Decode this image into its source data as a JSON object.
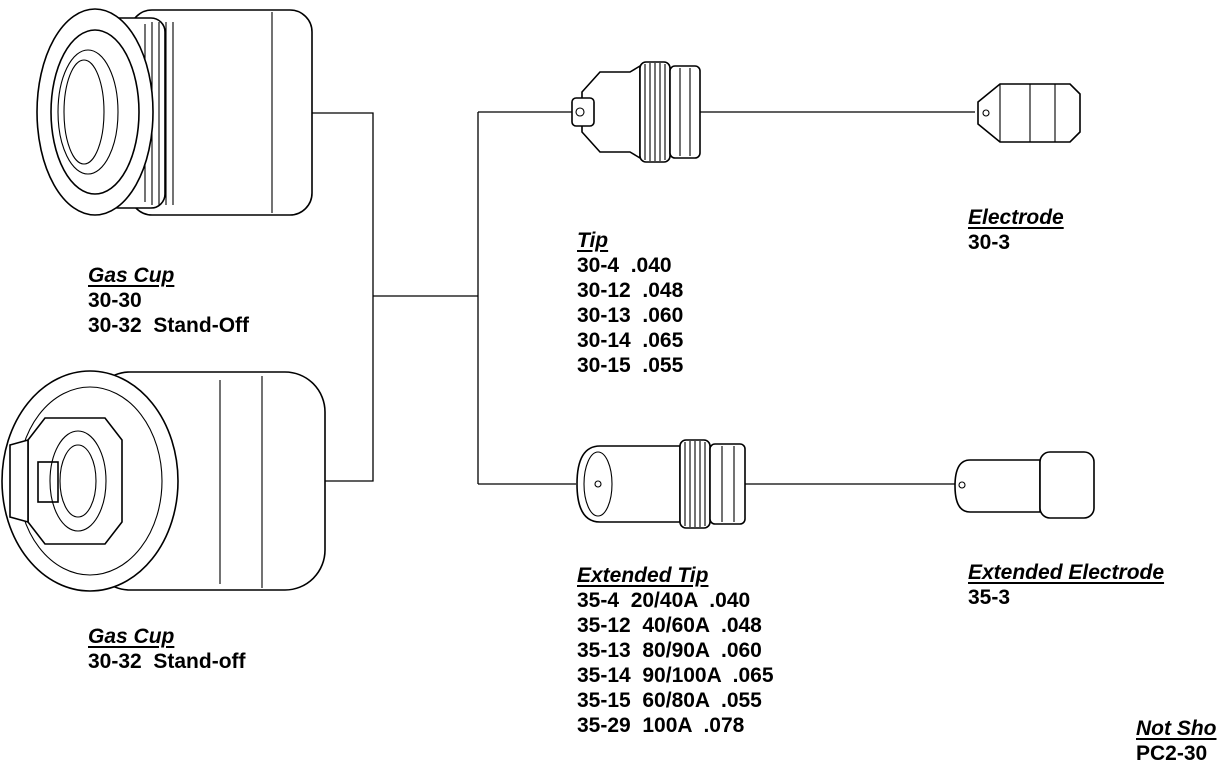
{
  "parts": {
    "gas_cup_1": {
      "title": "Gas Cup",
      "items": [
        "30-30",
        "30-32  Stand-Off"
      ]
    },
    "gas_cup_2": {
      "title": "Gas Cup",
      "items": [
        "30-32  Stand-off"
      ]
    },
    "tip": {
      "title": "Tip",
      "items": [
        "30-4  .040",
        "30-12  .048",
        "30-13  .060",
        "30-14  .065",
        "30-15  .055"
      ]
    },
    "extended_tip": {
      "title": "Extended Tip",
      "items": [
        "35-4  20/40A  .040",
        "35-12  40/60A  .048",
        "35-13  80/90A  .060",
        "35-14  90/100A  .065",
        "35-15  60/80A  .055",
        "35-29  100A  .078"
      ]
    },
    "electrode": {
      "title": "Electrode",
      "items": [
        "30-3"
      ]
    },
    "extended_electrode": {
      "title": "Extended Electrode",
      "items": [
        "35-3"
      ]
    },
    "not_shown": {
      "title": "Not Sho",
      "items": [
        "PC2-30"
      ]
    }
  }
}
